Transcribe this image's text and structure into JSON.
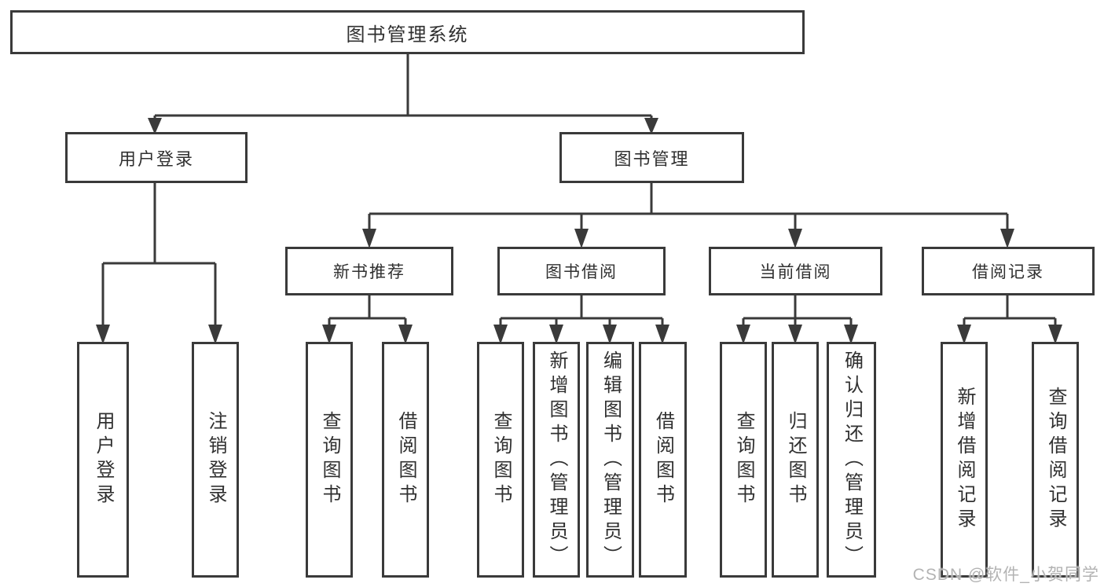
{
  "diagram": {
    "type": "hierarchy",
    "colors": {
      "line": "#3a3a3a",
      "box_border": "#3a3a3a",
      "box_fill": "#ffffff",
      "text": "#303030",
      "background": "#ffffff",
      "watermark_text_color": "#b3b3b3"
    },
    "tree": {
      "root": {
        "label": "图书管理系统"
      },
      "branches": [
        {
          "label": "用户登录",
          "children": [
            {
              "label": "用户登录"
            },
            {
              "label": "注销登录"
            }
          ]
        },
        {
          "label": "图书管理",
          "sections": [
            {
              "label": "新书推荐",
              "children": [
                {
                  "label": "查询图书"
                },
                {
                  "label": "借阅图书"
                }
              ]
            },
            {
              "label": "图书借阅",
              "children": [
                {
                  "label": "查询图书"
                },
                {
                  "label": "新增图书（管理员）"
                },
                {
                  "label": "编辑图书（管理员）"
                },
                {
                  "label": "借阅图书"
                }
              ]
            },
            {
              "label": "当前借阅",
              "children": [
                {
                  "label": "查询图书"
                },
                {
                  "label": "归还图书"
                },
                {
                  "label": "确认归还（管理员）"
                }
              ]
            },
            {
              "label": "借阅记录",
              "children": [
                {
                  "label": "新增借阅记录"
                },
                {
                  "label": "查询借阅记录"
                }
              ]
            }
          ]
        }
      ]
    },
    "watermark": {
      "text": "CSDN @软件_小贺同学"
    }
  }
}
